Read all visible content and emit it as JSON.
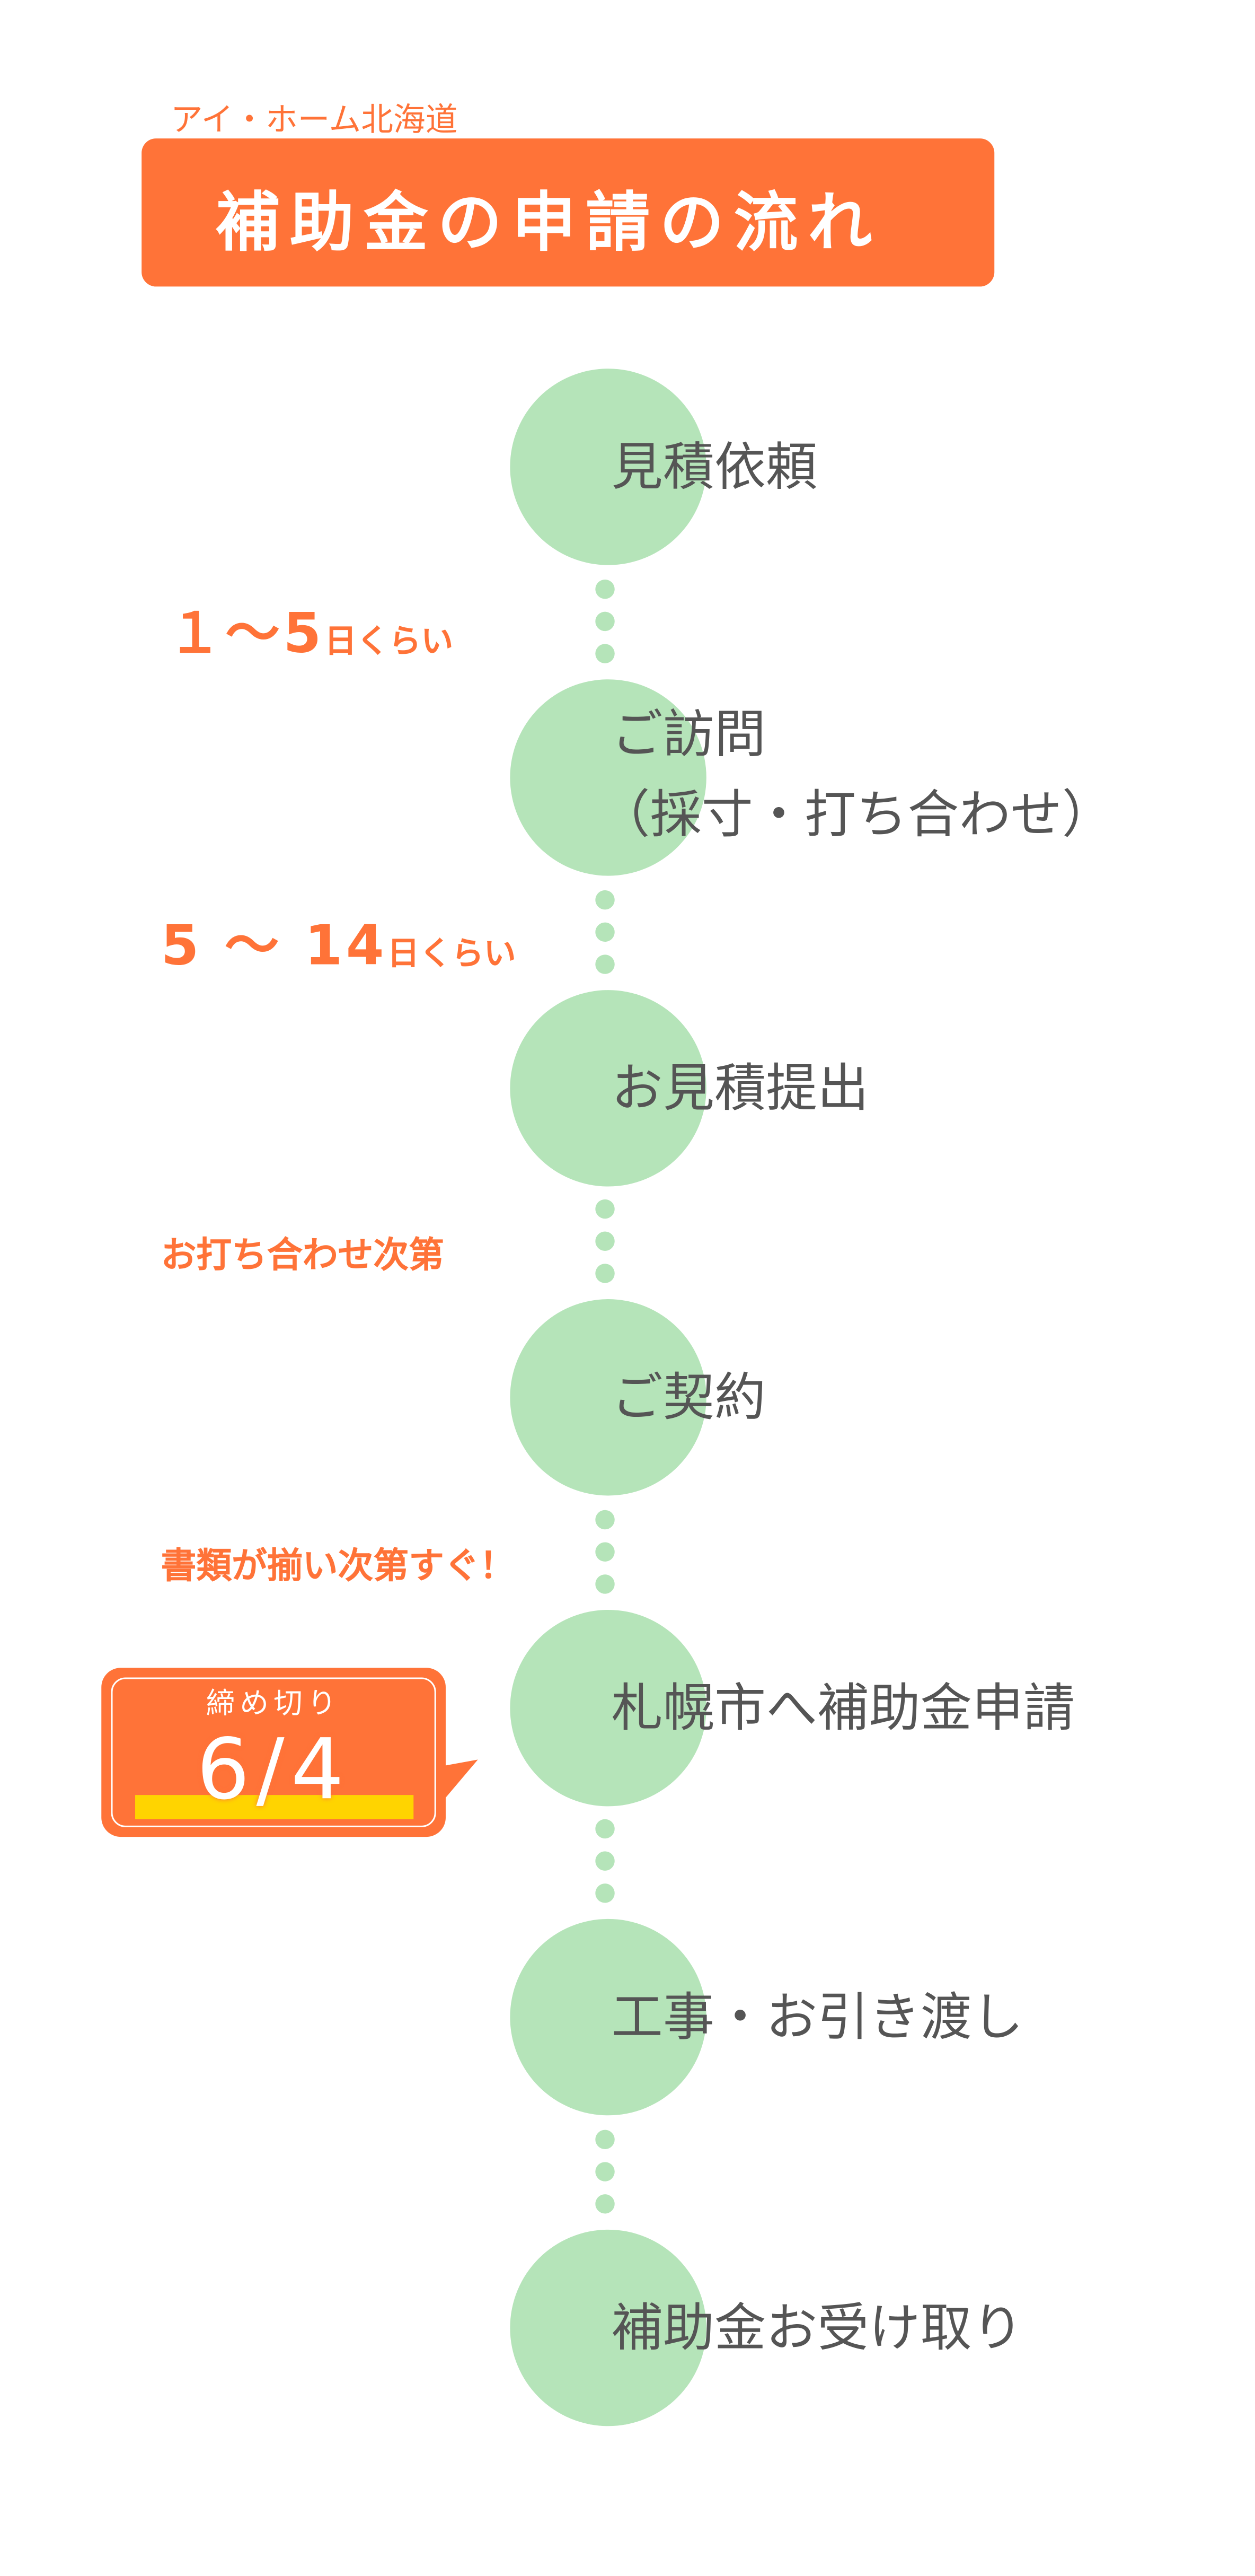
{
  "header": {
    "company": "アイ・ホーム北海道",
    "title": "補助金の申請の流れ"
  },
  "steps": [
    {
      "label": "見積依頼"
    },
    {
      "label": "ご訪問",
      "label2": "（採寸・打ち合わせ）"
    },
    {
      "label": "お見積提出"
    },
    {
      "label": "ご契約"
    },
    {
      "label": "札幌市へ補助金申請"
    },
    {
      "label": "工事・お引き渡し"
    },
    {
      "label": "補助金お受け取り"
    }
  ],
  "durations": [
    {
      "main": "１～5",
      "unit": "日くらい"
    },
    {
      "main": "5 ～ 14",
      "unit": "日くらい"
    },
    {
      "text": "お打ち合わせ次第"
    },
    {
      "text": "書類が揃い次第すぐ！"
    }
  ],
  "deadline": {
    "label": "締め切り",
    "date": "6/4"
  },
  "colors": {
    "accent": "#ff7338",
    "circle": "#b5e4b9",
    "highlight": "#ffd400",
    "text": "#555555"
  }
}
